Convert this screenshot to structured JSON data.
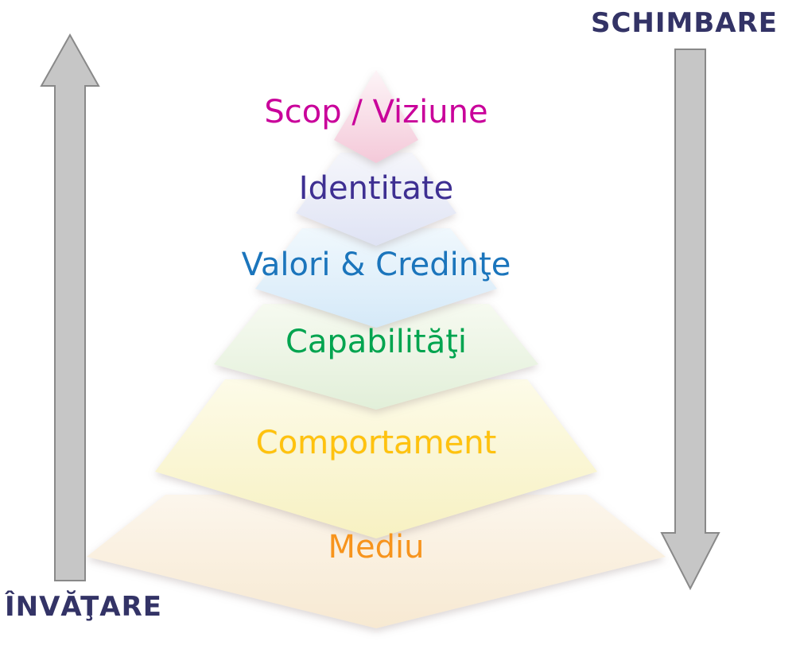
{
  "diagram": {
    "type": "logical-levels-pyramid",
    "pyramid": {
      "levels": [
        {
          "label": "Scop / Viziune",
          "text_color": "#C9009A",
          "tier_color": "#F4C9D9"
        },
        {
          "label": "Identitate",
          "text_color": "#3E2F92",
          "tier_color": "#DFE3F4"
        },
        {
          "label": "Valori & Credinţe",
          "text_color": "#1B75BC",
          "tier_color": "#D5E9F8"
        },
        {
          "label": "Capabilităţi",
          "text_color": "#00A44F",
          "tier_color": "#E2EFD9"
        },
        {
          "label": "Comportament",
          "text_color": "#FFC20E",
          "tier_color": "#F7F1C2"
        },
        {
          "label": "Mediu",
          "text_color": "#F7941D",
          "tier_color": "#F7E9D2"
        }
      ]
    },
    "left_arrow": {
      "label": "ÎNVĂŢARE",
      "direction": "up",
      "color": "#C6C6C6"
    },
    "right_arrow": {
      "label": "SCHIMBARE",
      "direction": "down",
      "color": "#C6C6C6"
    },
    "axis_label_color": "#333366"
  }
}
